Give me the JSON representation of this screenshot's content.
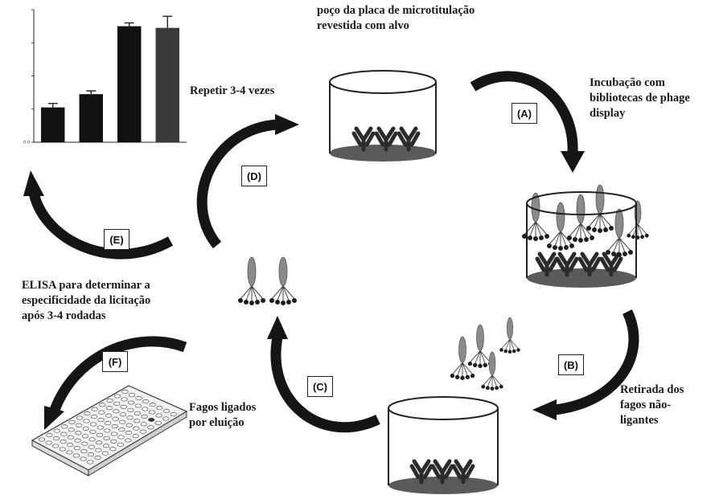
{
  "labels": {
    "well_title": "poço da placa de microtitulação\nrevestida com alvo",
    "incubation": "Incubação com\nbibliotecas de phage\ndisplay",
    "repeat": "Repetir 3-4 vezes",
    "removal": "Retirada dos\nfagos não-\nligantes",
    "elution": "Fagos ligados\npor eluição",
    "elisa": "ELISA para determinar a\nespecificidade da licitação\napós 3-4 rodadas"
  },
  "steps": [
    "(A)",
    "(B)",
    "(C)",
    "(D)",
    "(E)",
    "(F)"
  ],
  "colors": {
    "arrow": "#151515",
    "well_base": "#5a5a5a",
    "antibody": "#2b2b2b",
    "phage_body": "#8a8a8a",
    "phage_head": "#1e1e1e",
    "bar_fill": "#111111"
  },
  "chart_data": {
    "type": "bar",
    "categories": [
      "",
      "",
      "",
      ""
    ],
    "values": [
      1.05,
      1.45,
      3.5,
      3.45
    ],
    "errors": [
      0.12,
      0.1,
      0.1,
      0.35
    ],
    "ylim": [
      0,
      4
    ],
    "yticks": [
      "0.0",
      "",
      "",
      "",
      ""
    ],
    "xlabel": "",
    "ylabel": ""
  }
}
